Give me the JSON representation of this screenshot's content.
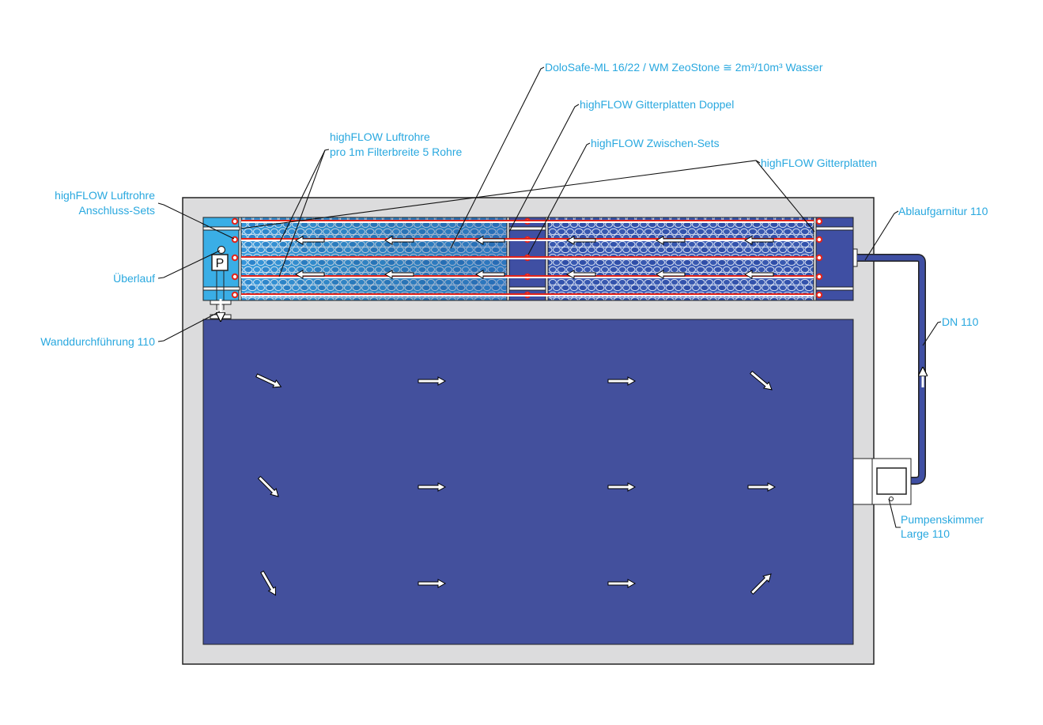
{
  "colors": {
    "label": "#29a8df",
    "pool_water": "#43509d",
    "pool_deck": "#dcdcdd",
    "filter_chamber_blue": "#3aaee6",
    "filter_dark_blue": "#3f4fa3",
    "media_light": "#3a9fe0",
    "media_dark": "#3e5fb8",
    "air_pipe_red": "#e2231a",
    "pipe_blue": "#3f4fa3"
  },
  "labels": {
    "dolosafe": "DoloSafe-ML 16/22  /  WM ZeoStone ≅ 2m³/10m³ Wasser",
    "gitterplatten_doppel": "highFLOW Gitterplatten Doppel",
    "zwischen_sets": "highFLOW Zwischen-Sets",
    "gitterplatten": "highFLOW Gitterplatten",
    "luftrohre_line1": "highFLOW Luftrohre",
    "luftrohre_line2": "pro 1m Filterbreite 5 Rohre",
    "anschluss_line1": "highFLOW Luftrohre",
    "anschluss_line2": "Anschluss-Sets",
    "ueberlauf": "Überlauf",
    "wanddurchfuehrung": "Wanddurchführung 110",
    "ablaufgarnitur": "Ablaufgarnitur 110",
    "dn110": "DN 110",
    "pumpenskimmer_line1": "Pumpenskimmer",
    "pumpenskimmer_line2": "Large 110",
    "pump_symbol": "P"
  },
  "flow_arrows": {
    "filter_direction": "left",
    "pool_grid": [
      [
        "down-right",
        "right",
        "right",
        "down-right"
      ],
      [
        "down-right",
        "right",
        "right",
        "right"
      ],
      [
        "down-right",
        "right",
        "right",
        "up-right"
      ]
    ],
    "return_pipe_direction": "up",
    "overflow_direction": "down"
  }
}
